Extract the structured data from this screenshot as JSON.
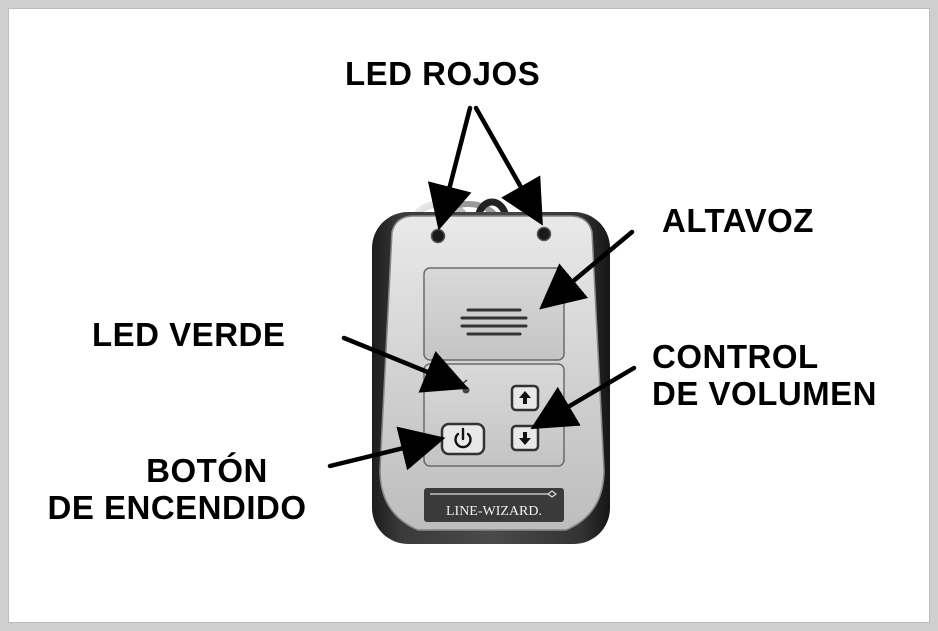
{
  "labels": {
    "led_rojos": "LED ROJOS",
    "altavoz": "ALTAVOZ",
    "led_verde": "LED VERDE",
    "control_volumen_1": "CONTROL",
    "control_volumen_2": "DE VOLUMEN",
    "boton_encendido_1": "BOTÓN",
    "boton_encendido_2": "DE ENCENDIDO"
  },
  "device": {
    "brand": "LINE-WIZARD."
  }
}
